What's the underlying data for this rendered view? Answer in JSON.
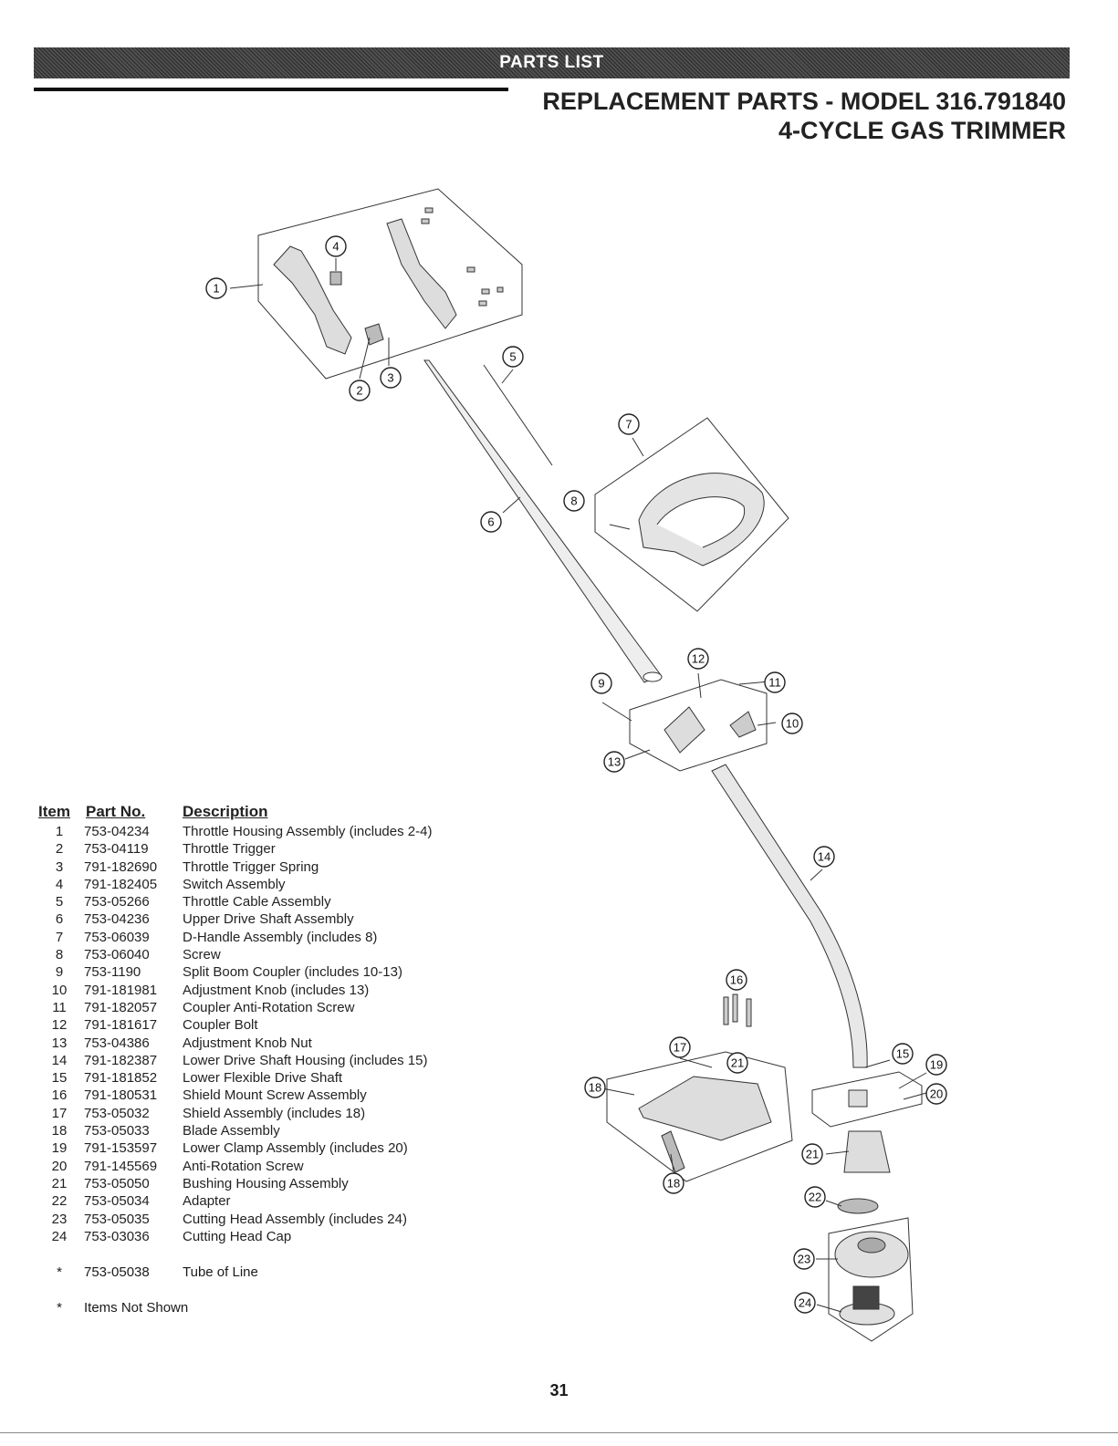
{
  "header": {
    "banner": "PARTS LIST",
    "title_line1": "REPLACEMENT PARTS - MODEL 316.791840",
    "title_line2": "4-CYCLE GAS TRIMMER"
  },
  "table": {
    "headers": {
      "item": "Item",
      "part": "Part No.",
      "description": "Description"
    },
    "rows": [
      {
        "item": "1",
        "part": "753-04234",
        "description": "Throttle Housing Assembly (includes 2-4)"
      },
      {
        "item": "2",
        "part": "753-04119",
        "description": "Throttle Trigger"
      },
      {
        "item": "3",
        "part": "791-182690",
        "description": "Throttle Trigger Spring"
      },
      {
        "item": "4",
        "part": "791-182405",
        "description": "Switch Assembly"
      },
      {
        "item": "5",
        "part": "753-05266",
        "description": "Throttle Cable Assembly"
      },
      {
        "item": "6",
        "part": "753-04236",
        "description": "Upper Drive Shaft Assembly"
      },
      {
        "item": "7",
        "part": "753-06039",
        "description": "D-Handle Assembly (includes 8)"
      },
      {
        "item": "8",
        "part": "753-06040",
        "description": "Screw"
      },
      {
        "item": "9",
        "part": "753-1190",
        "description": "Split Boom Coupler (includes 10-13)"
      },
      {
        "item": "10",
        "part": "791-181981",
        "description": "Adjustment Knob (includes 13)"
      },
      {
        "item": "11",
        "part": "791-182057",
        "description": "Coupler Anti-Rotation Screw"
      },
      {
        "item": "12",
        "part": "791-181617",
        "description": "Coupler Bolt"
      },
      {
        "item": "13",
        "part": "753-04386",
        "description": "Adjustment Knob Nut"
      },
      {
        "item": "14",
        "part": "791-182387",
        "description": "Lower Drive Shaft Housing (includes 15)"
      },
      {
        "item": "15",
        "part": "791-181852",
        "description": "Lower Flexible Drive Shaft"
      },
      {
        "item": "16",
        "part": "791-180531",
        "description": "Shield Mount Screw Assembly"
      },
      {
        "item": "17",
        "part": "753-05032",
        "description": "Shield Assembly (includes 18)"
      },
      {
        "item": "18",
        "part": "753-05033",
        "description": "Blade Assembly"
      },
      {
        "item": "19",
        "part": "791-153597",
        "description": "Lower Clamp Assembly (includes 20)"
      },
      {
        "item": "20",
        "part": "791-145569",
        "description": "Anti-Rotation Screw"
      },
      {
        "item": "21",
        "part": "753-05050",
        "description": "Bushing Housing Assembly"
      },
      {
        "item": "22",
        "part": "753-05034",
        "description": "Adapter"
      },
      {
        "item": "23",
        "part": "753-05035",
        "description": "Cutting Head Assembly (includes 24)"
      },
      {
        "item": "24",
        "part": "753-03036",
        "description": "Cutting Head Cap"
      }
    ],
    "extra": {
      "item": "*",
      "part": "753-05038",
      "description": "Tube of Line"
    },
    "note": {
      "mark": "*",
      "text": "Items Not Shown"
    }
  },
  "diagram": {
    "callouts": [
      "1",
      "2",
      "3",
      "4",
      "5",
      "6",
      "7",
      "8",
      "9",
      "10",
      "11",
      "12",
      "13",
      "14",
      "15",
      "16",
      "17",
      "18",
      "18",
      "19",
      "20",
      "21",
      "21",
      "22",
      "23",
      "24"
    ]
  },
  "footer": {
    "page_number": "31"
  }
}
